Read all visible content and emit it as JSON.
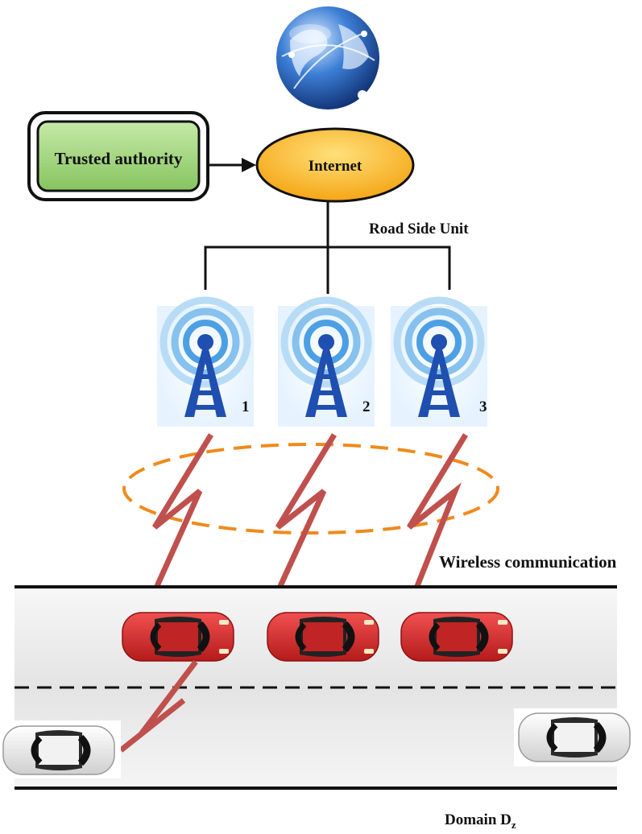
{
  "labels": {
    "trusted_authority": "Trusted authority",
    "internet": "Internet",
    "road_side_unit": "Road Side Unit",
    "rsu_1": "1",
    "rsu_2": "2",
    "rsu_3": "3",
    "wireless_communication": "Wireless communication",
    "domain_prefix": "Domain D",
    "domain_sub": "z"
  },
  "icons": {
    "globe": "globe-icon",
    "tower": "radio-tower-icon",
    "car_red": "red-car-icon",
    "car_white": "white-car-icon",
    "link": "lightning-link-icon"
  },
  "colors": {
    "trusted_fill": "#9fd37f",
    "internet_fill": "#f6b21b",
    "link_red": "#c0504d",
    "dashed_orange": "#f08a1c",
    "tower_blue": "#1f4fb0",
    "car_red": "#d42a2a",
    "road": "#ececec"
  }
}
